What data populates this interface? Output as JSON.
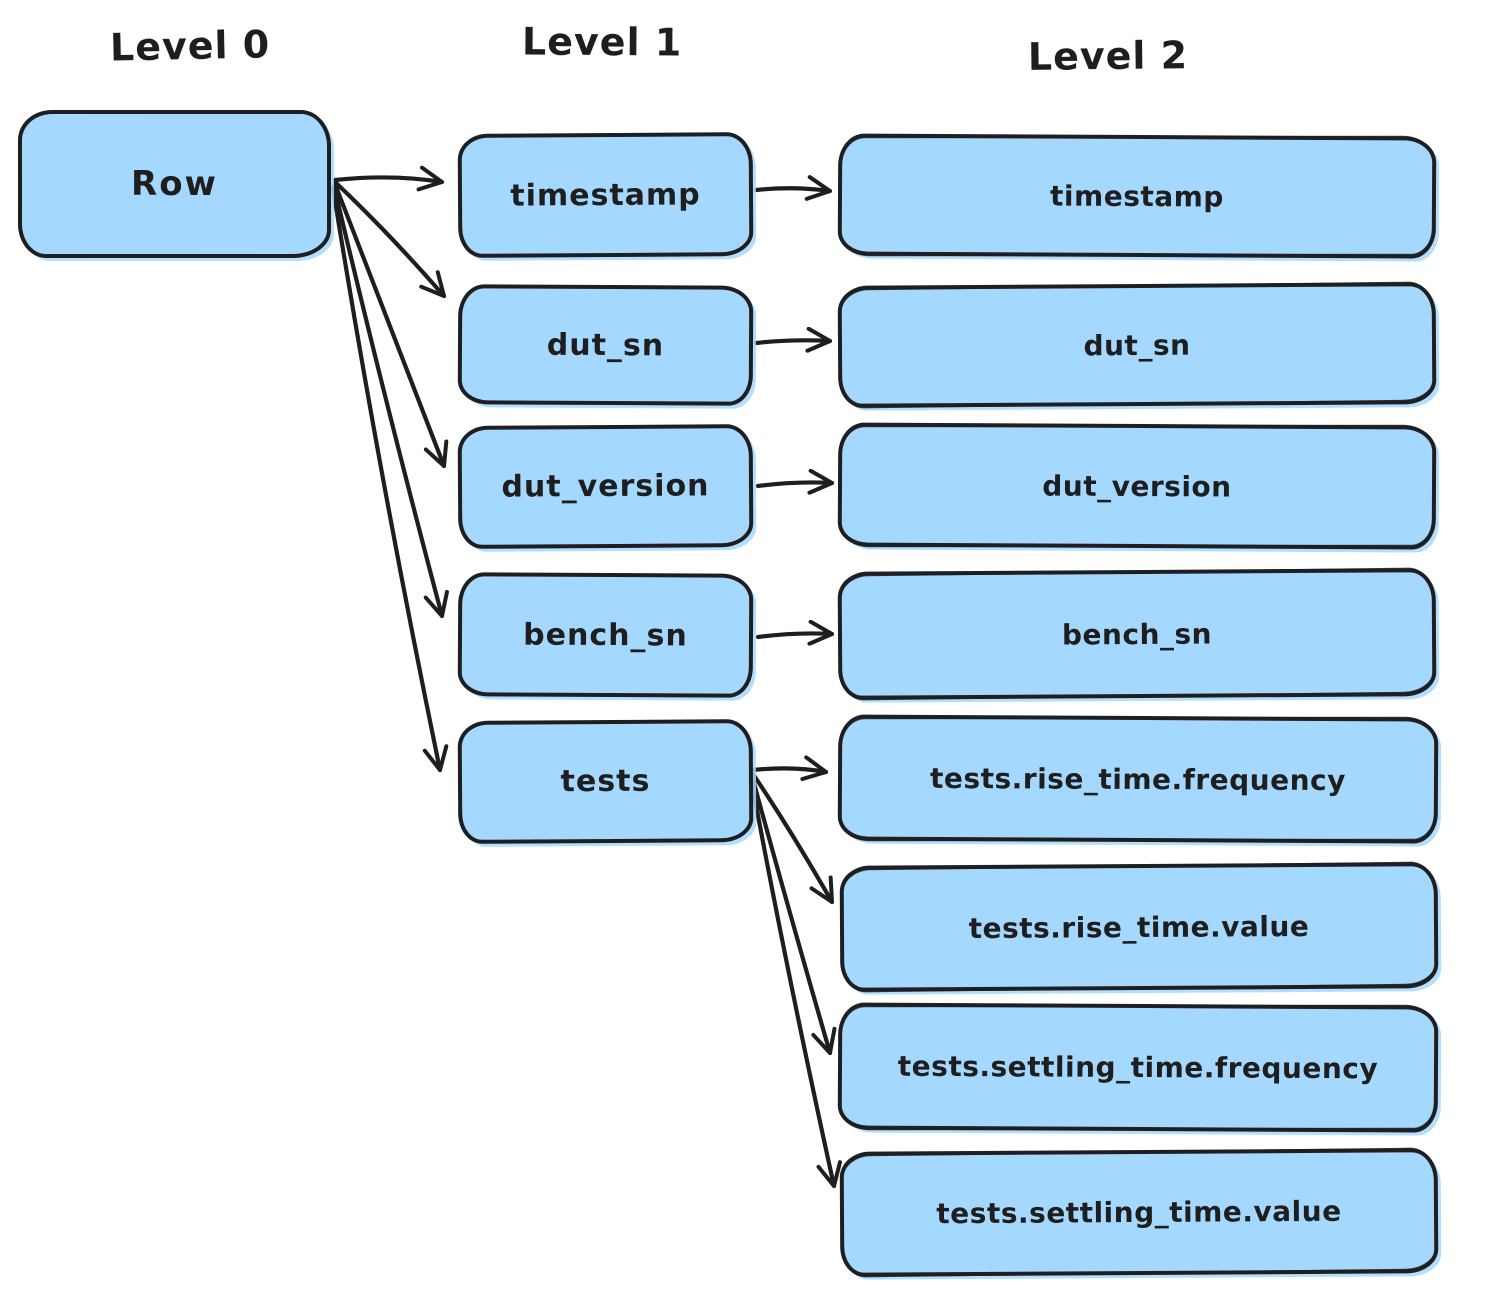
{
  "diagram": {
    "columns": [
      {
        "label": "Level 0"
      },
      {
        "label": "Level 1"
      },
      {
        "label": "Level 2"
      }
    ],
    "nodes": {
      "level0": [
        {
          "label": "Row"
        }
      ],
      "level1": [
        {
          "label": "timestamp"
        },
        {
          "label": "dut_sn"
        },
        {
          "label": "dut_version"
        },
        {
          "label": "bench_sn"
        },
        {
          "label": "tests"
        }
      ],
      "level2": [
        {
          "label": "timestamp"
        },
        {
          "label": "dut_sn"
        },
        {
          "label": "dut_version"
        },
        {
          "label": "bench_sn"
        },
        {
          "label": "tests.rise_time.frequency"
        },
        {
          "label": "tests.rise_time.value"
        },
        {
          "label": "tests.settling_time.frequency"
        },
        {
          "label": "tests.settling_time.value"
        }
      ]
    },
    "edges": [
      {
        "from": "Row",
        "to": "timestamp"
      },
      {
        "from": "Row",
        "to": "dut_sn"
      },
      {
        "from": "Row",
        "to": "dut_version"
      },
      {
        "from": "Row",
        "to": "bench_sn"
      },
      {
        "from": "Row",
        "to": "tests"
      },
      {
        "from": "timestamp",
        "to": "timestamp"
      },
      {
        "from": "dut_sn",
        "to": "dut_sn"
      },
      {
        "from": "dut_version",
        "to": "dut_version"
      },
      {
        "from": "bench_sn",
        "to": "bench_sn"
      },
      {
        "from": "tests",
        "to": "tests.rise_time.frequency"
      },
      {
        "from": "tests",
        "to": "tests.rise_time.value"
      },
      {
        "from": "tests",
        "to": "tests.settling_time.frequency"
      },
      {
        "from": "tests",
        "to": "tests.settling_time.value"
      }
    ],
    "colors": {
      "node_fill": "#a5d8ff",
      "stroke": "#1e1e1e",
      "background": "#ffffff"
    }
  }
}
